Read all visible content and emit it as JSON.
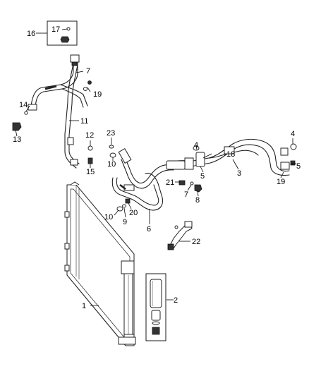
{
  "callouts": {
    "c1": "1",
    "c2": "2",
    "c3": "3",
    "c4a": "4",
    "c4b": "4",
    "c5a": "5",
    "c5b": "5",
    "c6": "6",
    "c7a": "7",
    "c7b": "7",
    "c8": "8",
    "c9": "9",
    "c10a": "10",
    "c10b": "10",
    "c11": "11",
    "c12": "12",
    "c13": "13",
    "c14": "14",
    "c15": "15",
    "c16": "16",
    "c17": "17",
    "c18": "18",
    "c19a": "19",
    "c19b": "19",
    "c20": "20",
    "c21": "21",
    "c22": "22",
    "c23": "23"
  }
}
